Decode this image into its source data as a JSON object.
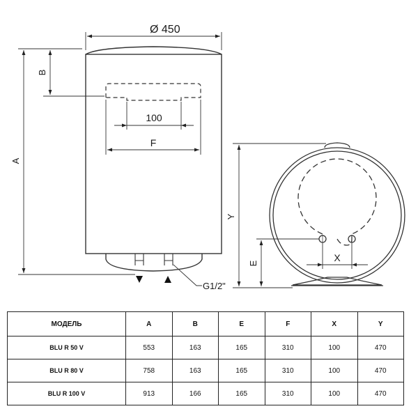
{
  "drawing": {
    "diameter_label": "Ø 450",
    "label_b": "B",
    "label_a": "A",
    "label_100": "100",
    "label_f": "F",
    "label_y": "Y",
    "label_e": "E",
    "label_x": "X",
    "connection_label": "G1/2\""
  },
  "table": {
    "headers": [
      "МОДЕЛЬ",
      "A",
      "B",
      "E",
      "F",
      "X",
      "Y"
    ],
    "rows": [
      {
        "model": "BLU R 50 V",
        "a": "553",
        "b": "163",
        "e": "165",
        "f": "310",
        "x": "100",
        "y": "470"
      },
      {
        "model": "BLU R 80 V",
        "a": "758",
        "b": "163",
        "e": "165",
        "f": "310",
        "x": "100",
        "y": "470"
      },
      {
        "model": "BLU R 100 V",
        "a": "913",
        "b": "166",
        "e": "165",
        "f": "310",
        "x": "100",
        "y": "470"
      }
    ]
  }
}
